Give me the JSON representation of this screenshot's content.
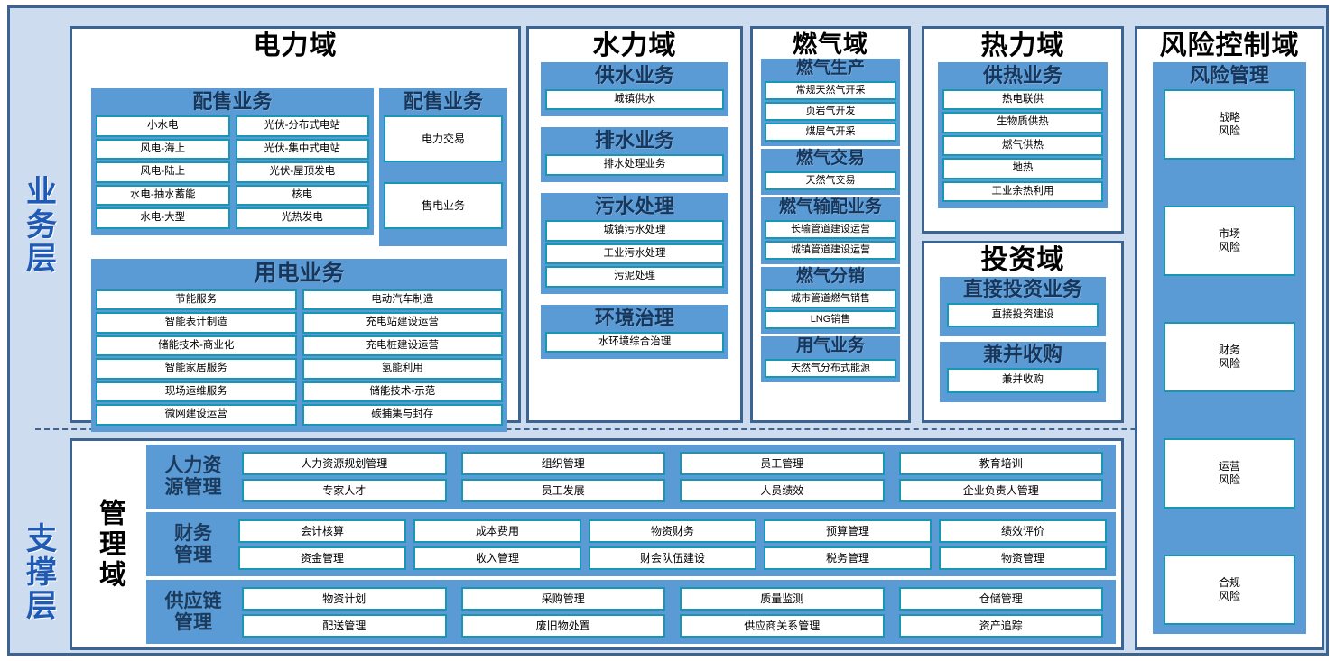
{
  "layers": {
    "business_label": "业务层",
    "support_label": "支撑层"
  },
  "domains": {
    "electric": {
      "title": "电力域",
      "groups": [
        {
          "title": "配售业务",
          "left_items": [
            "小水电",
            "风电-海上",
            "风电-陆上",
            "水电-抽水蓄能",
            "水电-大型"
          ],
          "right_items": [
            "光伏-分布式电站",
            "光伏-集中式电站",
            "光伏-屋顶发电",
            "核电",
            "光热发电"
          ]
        },
        {
          "title": "配售业务",
          "items": [
            "电力交易",
            "售电业务"
          ]
        },
        {
          "title": "用电业务",
          "left_items": [
            "节能服务",
            "智能表计制造",
            "储能技术-商业化",
            "智能家居服务",
            "现场运维服务",
            "微网建设运营"
          ],
          "right_items": [
            "电动汽车制造",
            "充电站建设运营",
            "充电桩建设运营",
            "氢能利用",
            "储能技术-示范",
            "碳捕集与封存"
          ]
        }
      ]
    },
    "water": {
      "title": "水力域",
      "groups": [
        {
          "title": "供水业务",
          "items": [
            "城镇供水"
          ]
        },
        {
          "title": "排水业务",
          "items": [
            "排水处理业务"
          ]
        },
        {
          "title": "污水处理",
          "items": [
            "城镇污水处理",
            "工业污水处理",
            "污泥处理"
          ]
        },
        {
          "title": "环境治理",
          "items": [
            "水环境综合治理"
          ]
        }
      ]
    },
    "gas": {
      "title": "燃气域",
      "groups": [
        {
          "title": "燃气生产",
          "items": [
            "常规天然气开采",
            "页岩气开发",
            "煤层气开采"
          ]
        },
        {
          "title": "燃气交易",
          "items": [
            "天然气交易"
          ]
        },
        {
          "title": "燃气输配业务",
          "items": [
            "长输管道建设运营",
            "城镇管道建设运营"
          ]
        },
        {
          "title": "燃气分销",
          "items": [
            "城市管道燃气销售",
            "LNG销售"
          ]
        },
        {
          "title": "用气业务",
          "items": [
            "天然气分布式能源"
          ]
        }
      ]
    },
    "heat": {
      "title": "热力域",
      "groups": [
        {
          "title": "供热业务",
          "items": [
            "热电联供",
            "生物质供热",
            "燃气供热",
            "地热",
            "工业余热利用"
          ]
        }
      ]
    },
    "invest": {
      "title": "投资域",
      "groups": [
        {
          "title": "直接投资业务",
          "items": [
            "直接投资建设"
          ]
        },
        {
          "title": "兼并收购",
          "items": [
            "兼并收购"
          ]
        }
      ]
    },
    "risk": {
      "title": "风险控制域",
      "groups": [
        {
          "title": "风险管理",
          "items": [
            "战略\n风险",
            "市场\n风险",
            "财务\n风险",
            "运营\n风险",
            "合规\n风险"
          ]
        }
      ]
    },
    "management": {
      "title": "管理域",
      "rows": [
        {
          "label": "人力资\n源管理",
          "columns": [
            [
              "人力资源规划管理",
              "专家人才"
            ],
            [
              "组织管理",
              "员工发展"
            ],
            [
              "员工管理",
              "人员绩效"
            ],
            [
              "教育培训",
              "企业负责人管理"
            ]
          ]
        },
        {
          "label": "财务\n管理",
          "columns": [
            [
              "会计核算",
              "资金管理"
            ],
            [
              "成本费用",
              "收入管理"
            ],
            [
              "物资财务",
              "财会队伍建设"
            ],
            [
              "预算管理",
              "税务管理"
            ],
            [
              "绩效评价",
              "物资管理"
            ]
          ]
        },
        {
          "label": "供应链\n管理",
          "columns": [
            [
              "物资计划",
              "配送管理"
            ],
            [
              "采购管理",
              "废旧物处置"
            ],
            [
              "质量监测",
              "供应商关系管理"
            ],
            [
              "仓储管理",
              "资产追踪"
            ]
          ]
        }
      ]
    }
  },
  "colors": {
    "outer_bg": "#cddcee",
    "outer_border": "#3d6491",
    "group_panel": "#5b9bd5",
    "item_border": "#1797b3",
    "layer_label": "#1f5bb5"
  }
}
